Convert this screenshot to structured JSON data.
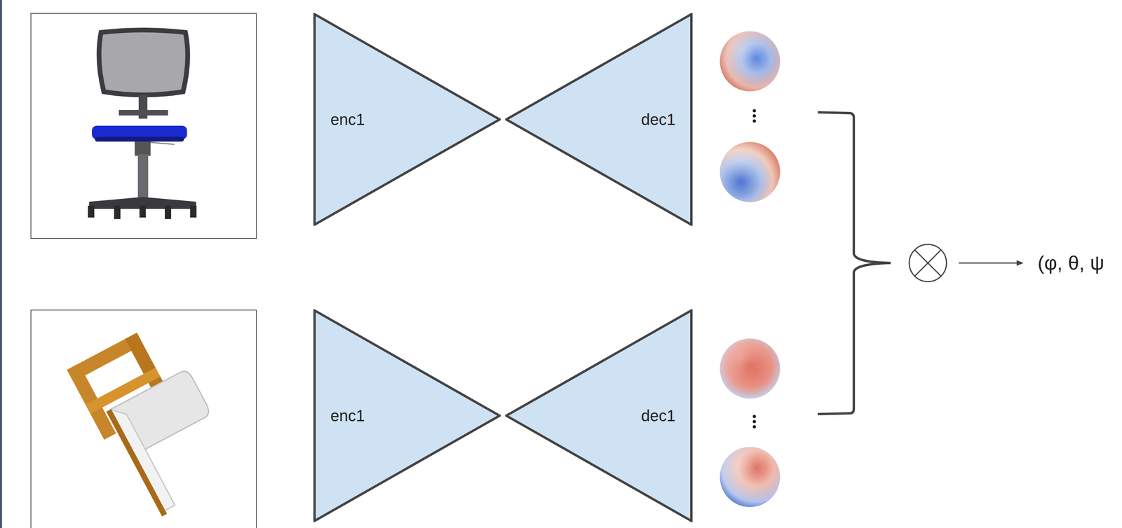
{
  "diagram": {
    "nodes": [
      {
        "text": [
          "enc1"
        ]
      },
      {
        "text": [
          "dec1"
        ]
      },
      {
        "text": [
          "enc1"
        ]
      },
      {
        "text": [
          "dec1"
        ]
      }
    ],
    "labels": [
      "(φ, θ, ψ"
    ]
  }
}
